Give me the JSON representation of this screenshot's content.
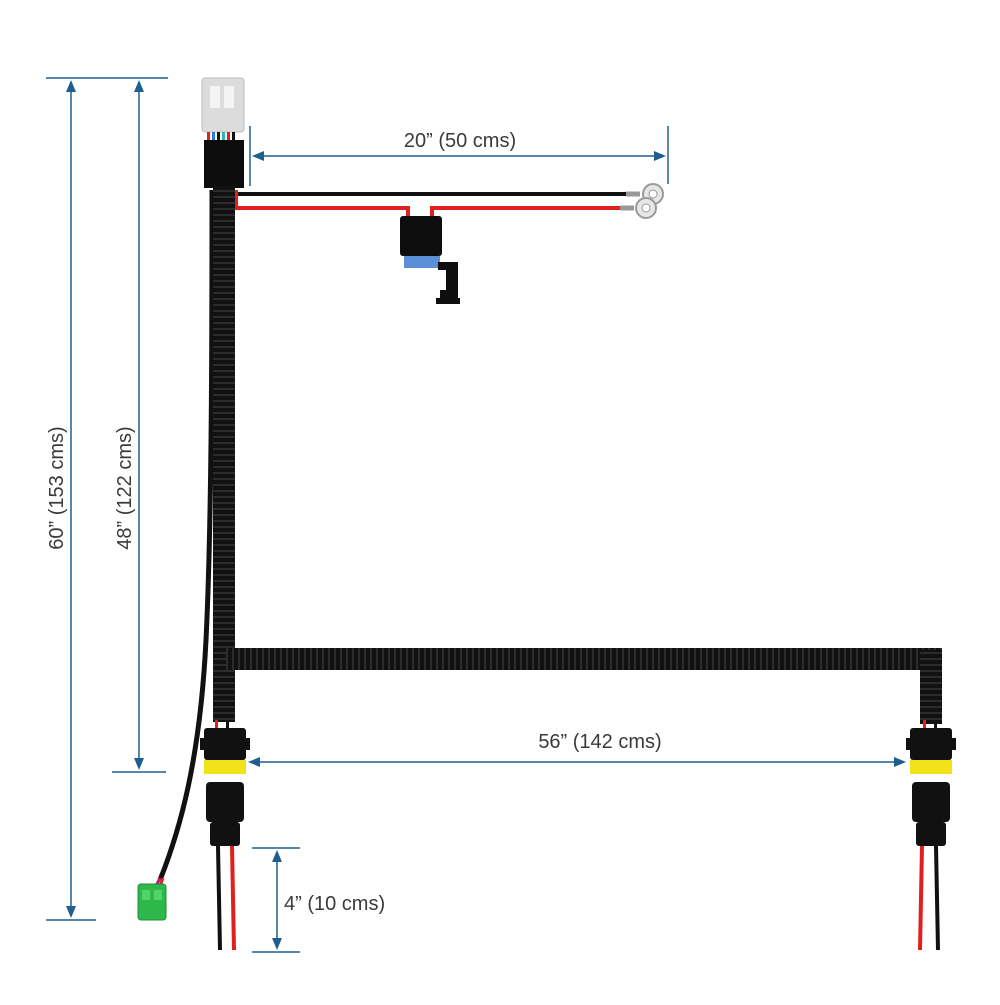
{
  "dimensions": {
    "overall_length": "60” (153 cms)",
    "harness_length": "48” (122 cms)",
    "power_lead_length": "20” (50 cms)",
    "light_spacing": "56” (142 cms)",
    "pigtail_length": "4” (10 cms)"
  },
  "colors": {
    "dimension_line": "#1f5f8f",
    "loom": "#111111",
    "positive_wire": "#e0201c",
    "ground_wire": "#111111",
    "connector_band": "#f2e21a",
    "relay_tab": "#5a8fd8",
    "switch_plug": "#2fb84a",
    "relay_plug": "#d9d9d9"
  },
  "components": {
    "relay_plug": "relay-plug-connector",
    "fuse_holder": "inline-fuse-holder",
    "ring_terminals": "battery-ring-terminals",
    "switch_plug": "switch-connector",
    "light_connectors": "waterproof-light-connectors"
  }
}
